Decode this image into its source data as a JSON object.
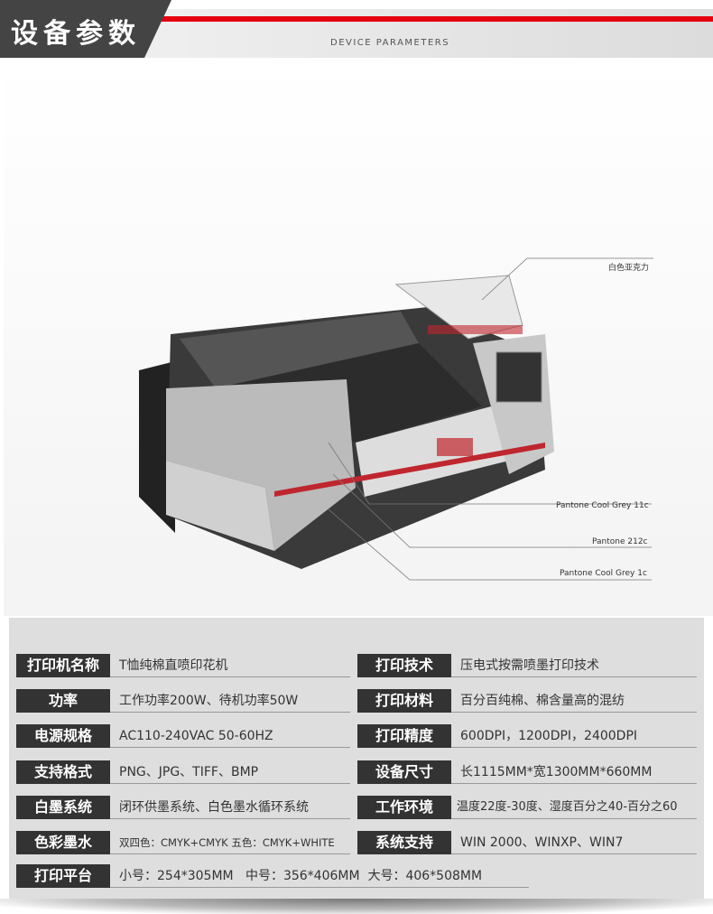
{
  "header": {
    "title": "设备参数",
    "subtitle": "DEVICE PARAMETERS"
  },
  "callouts": [
    "白色亚克力",
    "Pantone Cool Grey 11c",
    "Pantone 212c",
    "Pantone Cool Grey 1c"
  ],
  "specs": {
    "left": [
      {
        "label": "打印机名称",
        "value": "T恤纯棉直喷印花机"
      },
      {
        "label": "功率",
        "value": "工作功率200W、待机功率50W"
      },
      {
        "label": "电源规格",
        "value": "AC110-240VAC 50-60HZ"
      },
      {
        "label": "支持格式",
        "value": "PNG、JPG、TIFF、BMP"
      },
      {
        "label": "白墨系统",
        "value": "闭环供墨系统、白色墨水循环系统"
      },
      {
        "label": "色彩墨水",
        "value": "双四色：CMYK+CMYK 五色：CMYK+WHITE"
      },
      {
        "label": "打印平台",
        "value": "小号：254*305MM   中号：356*406MM  大号：406*508MM"
      }
    ],
    "right": [
      {
        "label": "打印技术",
        "value": "压电式按需喷墨打印技术"
      },
      {
        "label": "打印材料",
        "value": "百分百纯棉、棉含量高的混纺"
      },
      {
        "label": "打印精度",
        "value": "600DPI，1200DPI，2400DPI"
      },
      {
        "label": "设备尺寸",
        "value": "长1115MM*宽1300MM*660MM"
      },
      {
        "label": "工作环境",
        "value": "温度22度-30度、湿度百分之40-百分之60"
      },
      {
        "label": "系统支持",
        "value": "WIN 2000、WINXP、WIN7"
      }
    ]
  },
  "colors": {
    "accent": "#e5000f",
    "dark": "#333333"
  }
}
